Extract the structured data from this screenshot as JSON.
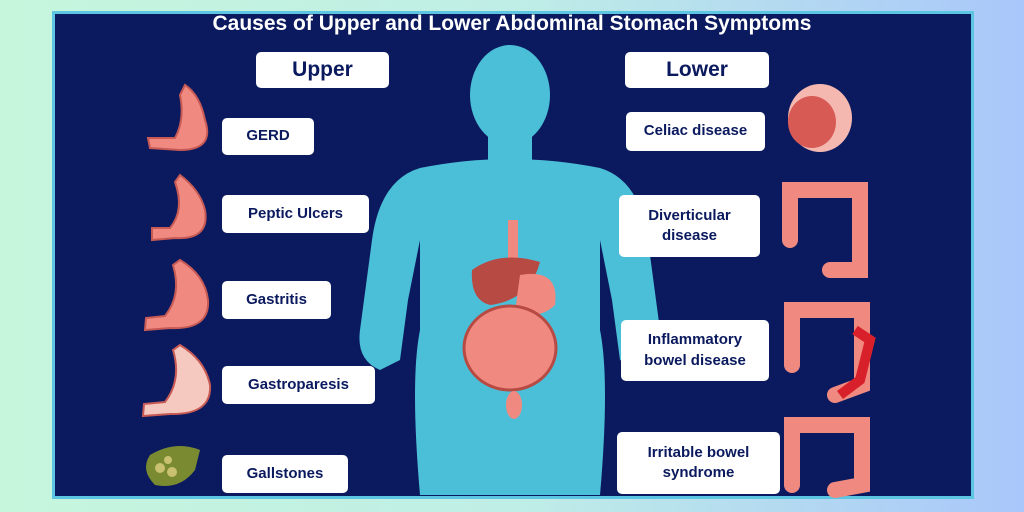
{
  "title": "Causes of Upper and Lower Abdominal Stomach Symptoms",
  "upper": {
    "heading": "Upper",
    "items": [
      "GERD",
      "Peptic Ulcers",
      "Gastritis",
      "Gastroparesis",
      "Gallstones"
    ]
  },
  "lower": {
    "heading": "Lower",
    "items": [
      "Celiac disease",
      "Diverticular disease",
      "Inflammatory bowel disease",
      "Irritable bowel syndrome"
    ]
  },
  "colors": {
    "panel": "#0b1a5e",
    "body": "#4bbfd8",
    "organ": "#f08a80",
    "border": "#5cc6e2"
  }
}
